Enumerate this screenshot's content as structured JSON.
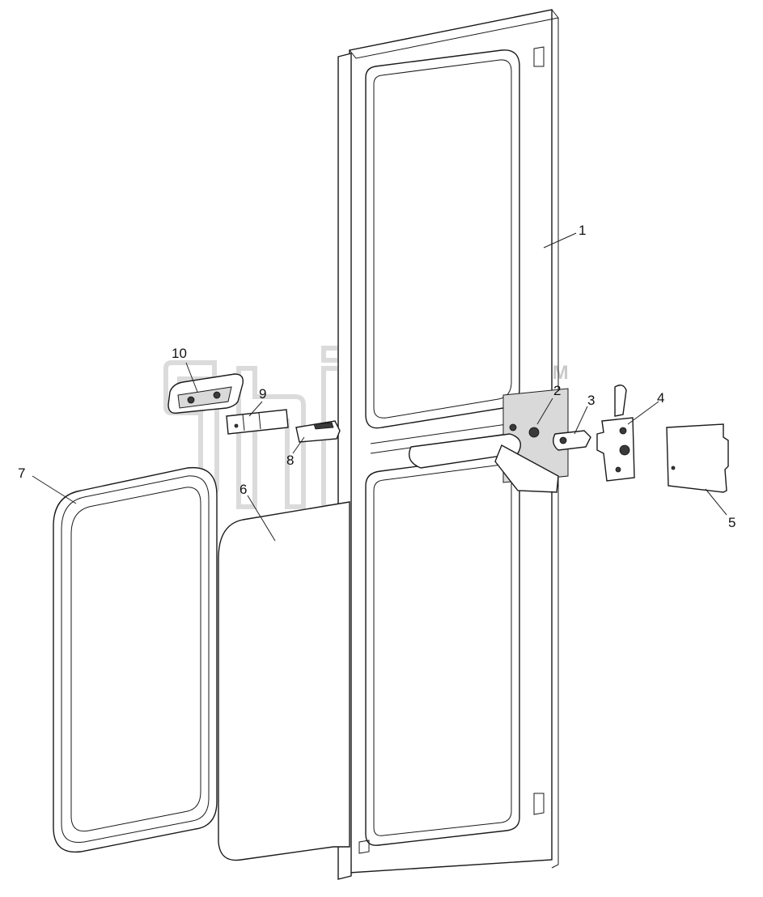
{
  "watermark": {
    "trademark": "TM"
  },
  "callouts": [
    {
      "id": "1",
      "label": "1"
    },
    {
      "id": "2",
      "label": "2"
    },
    {
      "id": "3",
      "label": "3"
    },
    {
      "id": "4",
      "label": "4"
    },
    {
      "id": "5",
      "label": "5"
    },
    {
      "id": "6",
      "label": "6"
    },
    {
      "id": "7",
      "label": "7"
    },
    {
      "id": "8",
      "label": "8"
    },
    {
      "id": "9",
      "label": "9"
    },
    {
      "id": "10",
      "label": "10"
    }
  ]
}
